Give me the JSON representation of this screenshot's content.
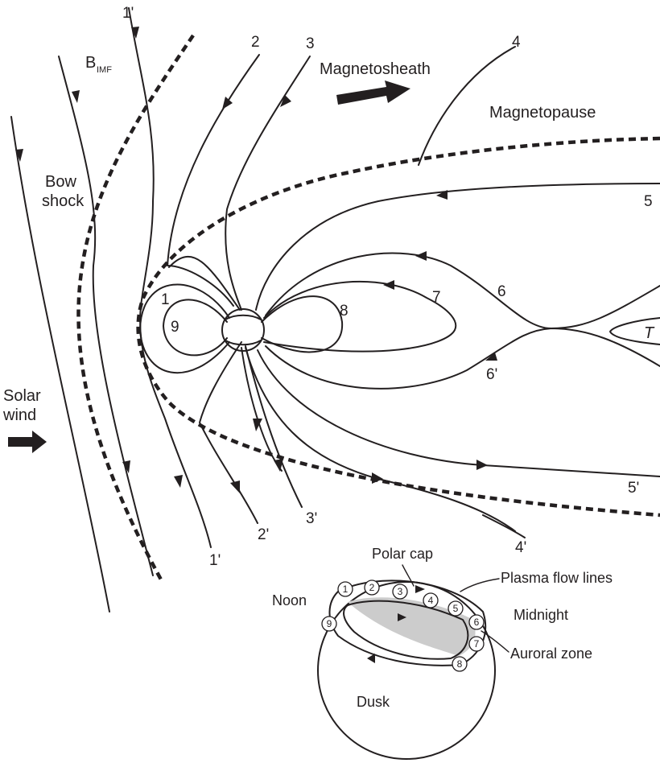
{
  "labels": {
    "b_imf": "B",
    "b_imf_sub": "IMF",
    "magnetosheath": "Magnetosheath",
    "magnetopause": "Magnetopause",
    "bow": "Bow",
    "shock": "shock",
    "solar": "Solar",
    "wind": "wind",
    "tail": "T",
    "polar_cap": "Polar cap",
    "plasma_flow_lines": "Plasma flow lines",
    "noon": "Noon",
    "midnight": "Midnight",
    "auroral_zone": "Auroral zone",
    "dusk": "Dusk"
  },
  "field_lines": {
    "n1": "1",
    "n1p": "1'",
    "n1p_bottom": "1'",
    "n2": "2",
    "n2p": "2'",
    "n3": "3",
    "n3p": "3'",
    "n4": "4",
    "n4p": "4'",
    "n5": "5",
    "n5p": "5'",
    "n6": "6",
    "n6p": "6'",
    "n7": "7",
    "n8": "8",
    "n9": "9"
  },
  "ionosphere_points": [
    "1",
    "2",
    "3",
    "4",
    "5",
    "6",
    "7",
    "8",
    "9"
  ],
  "colors": {
    "ink": "#231f20",
    "auroral_zone": "#cccccc",
    "background": "#ffffff"
  }
}
